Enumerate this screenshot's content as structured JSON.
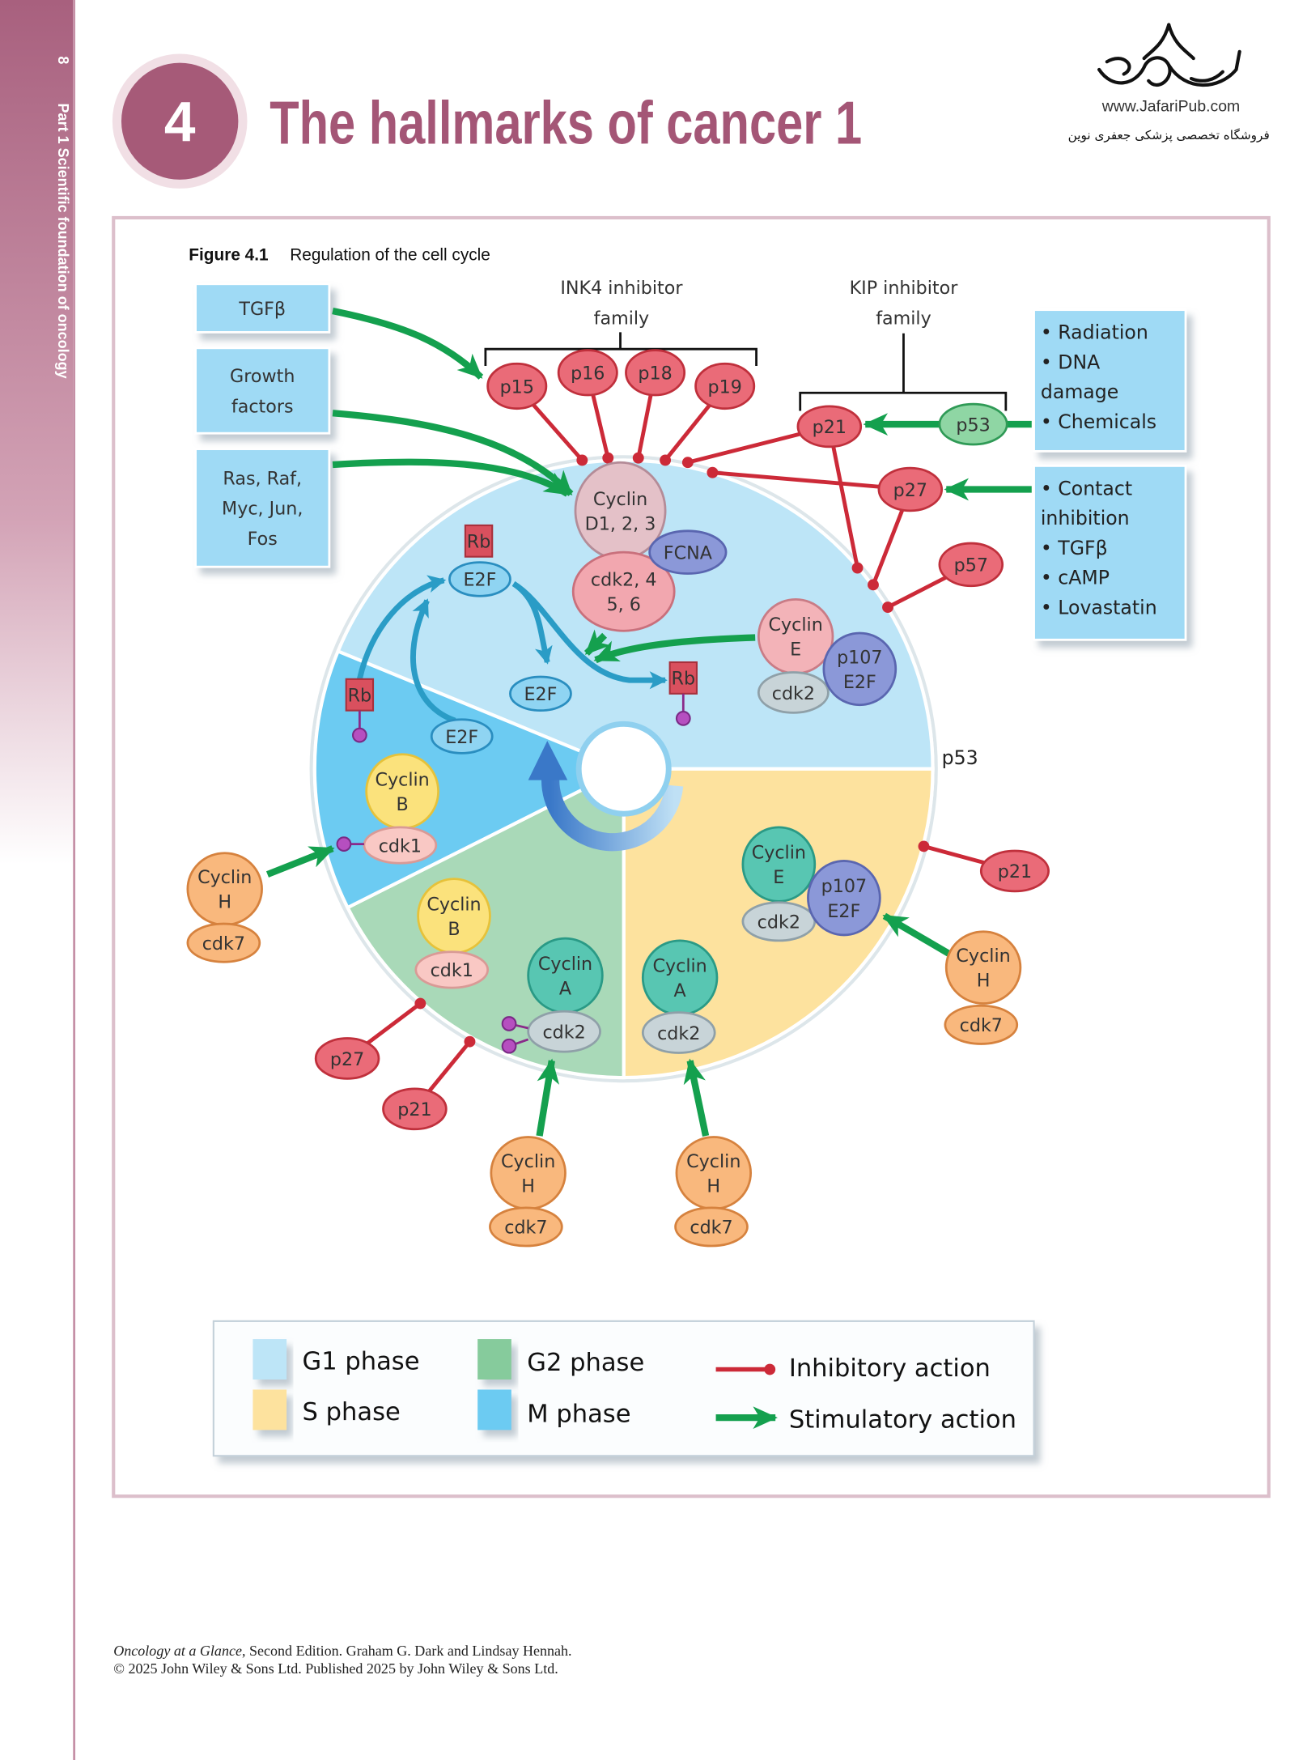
{
  "sidebar": {
    "page_number": "8",
    "part_label": "Part 1  Scientific foundation of oncology"
  },
  "header": {
    "chapter_number": "4",
    "title": "The hallmarks of cancer 1"
  },
  "logo": {
    "url": "www.JafariPub.com",
    "tagline": "فروشگاه تخصصی پزشکی جعفری نوین"
  },
  "figure": {
    "label": "Figure 4.1",
    "caption": "Regulation of the cell cycle"
  },
  "diagram": {
    "ink4_label": [
      "INK4 inhibitor",
      "family"
    ],
    "kip_label": [
      "KIP inhibitor",
      "family"
    ],
    "p53_marker": "p53",
    "left_boxes": [
      [
        "TGFβ"
      ],
      [
        "Growth",
        "factors"
      ],
      [
        "Ras, Raf,",
        "Myc, Jun,",
        "Fos"
      ]
    ],
    "right_boxes": [
      [
        "• Radiation",
        "• DNA",
        "   damage",
        "• Chemicals"
      ],
      [
        "• Contact",
        "   inhibition",
        "• TGFβ",
        "• cAMP",
        "• Lovastatin"
      ]
    ],
    "rb_label": "Rb",
    "nodes": [
      {
        "label": [
          "p15"
        ],
        "kind": "inhibitor"
      },
      {
        "label": [
          "p16"
        ],
        "kind": "inhibitor"
      },
      {
        "label": [
          "p18"
        ],
        "kind": "inhibitor"
      },
      {
        "label": [
          "p19"
        ],
        "kind": "inhibitor"
      },
      {
        "label": [
          "p21"
        ],
        "kind": "inhibitor"
      },
      {
        "label": [
          "p53"
        ],
        "kind": "p53"
      },
      {
        "label": [
          "p27"
        ],
        "kind": "inhibitor"
      },
      {
        "label": [
          "p57"
        ],
        "kind": "inhibitor"
      },
      {
        "label": [
          "Cyclin",
          "D1, 2, 3"
        ],
        "kind": "cyclin_d"
      },
      {
        "label": [
          "cdk2, 4",
          "5, 6"
        ],
        "kind": "cdk_pink"
      },
      {
        "label": [
          "FCNA"
        ],
        "kind": "purple"
      },
      {
        "label": [
          "E2F"
        ],
        "kind": "e2f"
      },
      {
        "label": [
          "E2F"
        ],
        "kind": "e2f"
      },
      {
        "label": [
          "E2F"
        ],
        "kind": "e2f"
      },
      {
        "label": [
          "Cyclin",
          "E"
        ],
        "kind": "cyclin_e"
      },
      {
        "label": [
          "cdk2"
        ],
        "kind": "grey"
      },
      {
        "label": [
          "p107",
          "E2F"
        ],
        "kind": "purple"
      },
      {
        "label": [
          "Cyclin",
          "B"
        ],
        "kind": "cyclin_b"
      },
      {
        "label": [
          "cdk1"
        ],
        "kind": "cdk1"
      },
      {
        "label": [
          "Cyclin",
          "H"
        ],
        "kind": "orange"
      },
      {
        "label": [
          "cdk7"
        ],
        "kind": "orange"
      },
      {
        "label": [
          "Cyclin",
          "B"
        ],
        "kind": "cyclin_b"
      },
      {
        "label": [
          "cdk1"
        ],
        "kind": "cdk1"
      },
      {
        "label": [
          "Cyclin",
          "A"
        ],
        "kind": "teal"
      },
      {
        "label": [
          "cdk2"
        ],
        "kind": "grey"
      },
      {
        "label": [
          "Cyclin",
          "A"
        ],
        "kind": "teal"
      },
      {
        "label": [
          "cdk2"
        ],
        "kind": "grey"
      },
      {
        "label": [
          "Cyclin",
          "E"
        ],
        "kind": "teal"
      },
      {
        "label": [
          "cdk2"
        ],
        "kind": "grey"
      },
      {
        "label": [
          "p107",
          "E2F"
        ],
        "kind": "purple"
      },
      {
        "label": [
          "p21"
        ],
        "kind": "inhibitor"
      },
      {
        "label": [
          "Cyclin",
          "H"
        ],
        "kind": "orange"
      },
      {
        "label": [
          "cdk7"
        ],
        "kind": "orange"
      },
      {
        "label": [
          "p27"
        ],
        "kind": "inhibitor"
      },
      {
        "label": [
          "p21"
        ],
        "kind": "inhibitor"
      },
      {
        "label": [
          "Cyclin",
          "H"
        ],
        "kind": "orange"
      },
      {
        "label": [
          "cdk7"
        ],
        "kind": "orange"
      },
      {
        "label": [
          "Cyclin",
          "H"
        ],
        "kind": "orange"
      },
      {
        "label": [
          "cdk7"
        ],
        "kind": "orange"
      }
    ]
  },
  "legend": {
    "items": [
      {
        "label": "G1 phase",
        "color": "#bde5f7"
      },
      {
        "label": "S phase",
        "color": "#fde29e"
      },
      {
        "label": "G2 phase",
        "color": "#86cb9c"
      },
      {
        "label": "M phase",
        "color": "#6ccbf2"
      }
    ],
    "inhibitory": "Inhibitory action",
    "stimulatory": "Stimulatory action"
  },
  "footer": {
    "book_title": "Oncology at a Glance",
    "citation": ", Second Edition. Graham G. Dark and Lindsay Hennah.",
    "copyright": "© 2025 John Wiley & Sons Ltd. Published 2025 by John Wiley & Sons Ltd."
  },
  "colors": {
    "brand": "#a45676",
    "g1": "#bde5f7",
    "s": "#fde29e",
    "g2": "#a9d9b8",
    "m": "#6ccbf2",
    "inhibitory": "#cc2a38",
    "stimulatory": "#14a04e",
    "box": "#9fdaf5",
    "e2f_arrow": "#2a9cc6"
  }
}
